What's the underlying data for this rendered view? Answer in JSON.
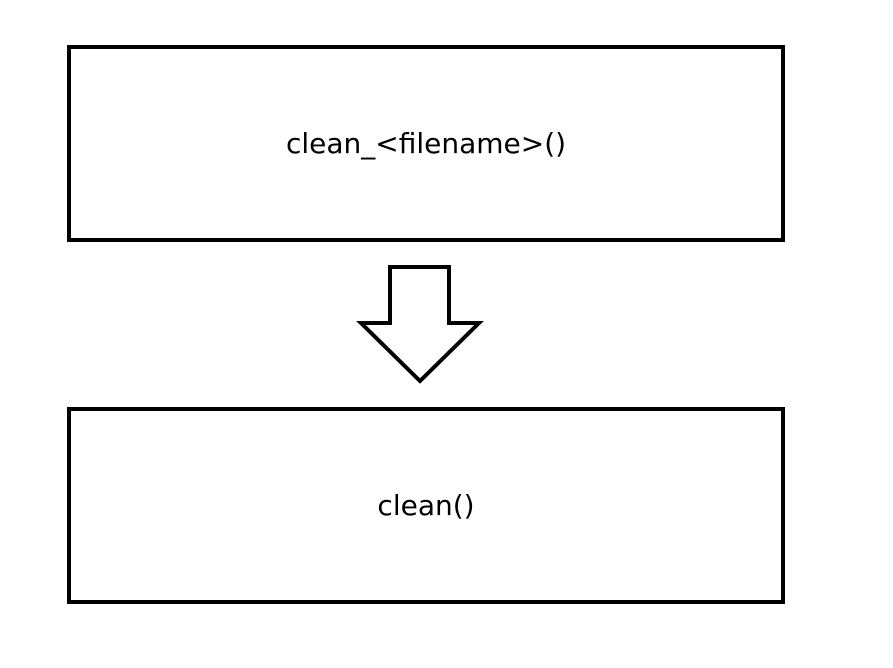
{
  "diagram": {
    "nodes": [
      {
        "id": "top",
        "label": "clean_<filename>()"
      },
      {
        "id": "bottom",
        "label": "clean()"
      }
    ],
    "edges": [
      {
        "from": "top",
        "to": "bottom",
        "style": "hollow-block-arrow"
      }
    ],
    "colors": {
      "stroke": "#000000",
      "fill": "#ffffff"
    }
  }
}
